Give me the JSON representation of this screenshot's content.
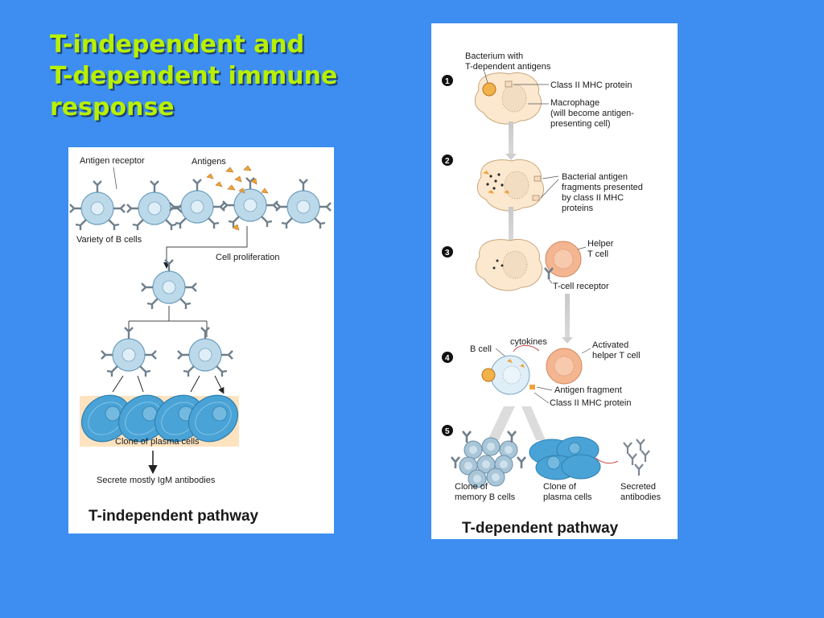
{
  "slide": {
    "title_lines": [
      "T-independent and",
      "T-dependent immune",
      "response"
    ],
    "colors": {
      "background": "#3d8ef0",
      "title": "#b8f000",
      "b_cell": "#bcd9ea",
      "plasma": "#4aa3d6",
      "macrophage": "#fbe8cf",
      "t_cell": "#f4b591",
      "antigen": "#f0a33a",
      "clone_box": "#fde3c0"
    }
  },
  "left_panel": {
    "antigen_receptor": "Antigen receptor",
    "antigens": "Antigens",
    "variety": "Variety of B cells",
    "proliferation": "Cell proliferation",
    "clone": "Clone of plasma cells",
    "secrete": "Secrete mostly IgM antibodies",
    "caption": "T-independent pathway"
  },
  "right_panel": {
    "steps": [
      "1",
      "2",
      "3",
      "4",
      "5"
    ],
    "bacterium_1": "Bacterium with",
    "bacterium_2": "T-dependent antigens",
    "mhc": "Class II MHC protein",
    "macrophage_1": "Macrophage",
    "macrophage_2": "(will become antigen-",
    "macrophage_3": "presenting cell)",
    "fragments_1": "Bacterial antigen",
    "fragments_2": "fragments presented",
    "fragments_3": "by class II MHC",
    "fragments_4": "proteins",
    "helper_1": "Helper",
    "helper_2": "T cell",
    "tcr": "T-cell receptor",
    "cytokines": "cytokines",
    "b_cell": "B cell",
    "activated_1": "Activated",
    "activated_2": "helper T cell",
    "fragment": "Antigen fragment",
    "mhc2": "Class II MHC protein",
    "memory_1": "Clone of",
    "memory_2": "memory B cells",
    "plasma_1": "Clone of",
    "plasma_2": "plasma cells",
    "secreted_1": "Secreted",
    "secreted_2": "antibodies",
    "caption": "T-dependent pathway"
  }
}
